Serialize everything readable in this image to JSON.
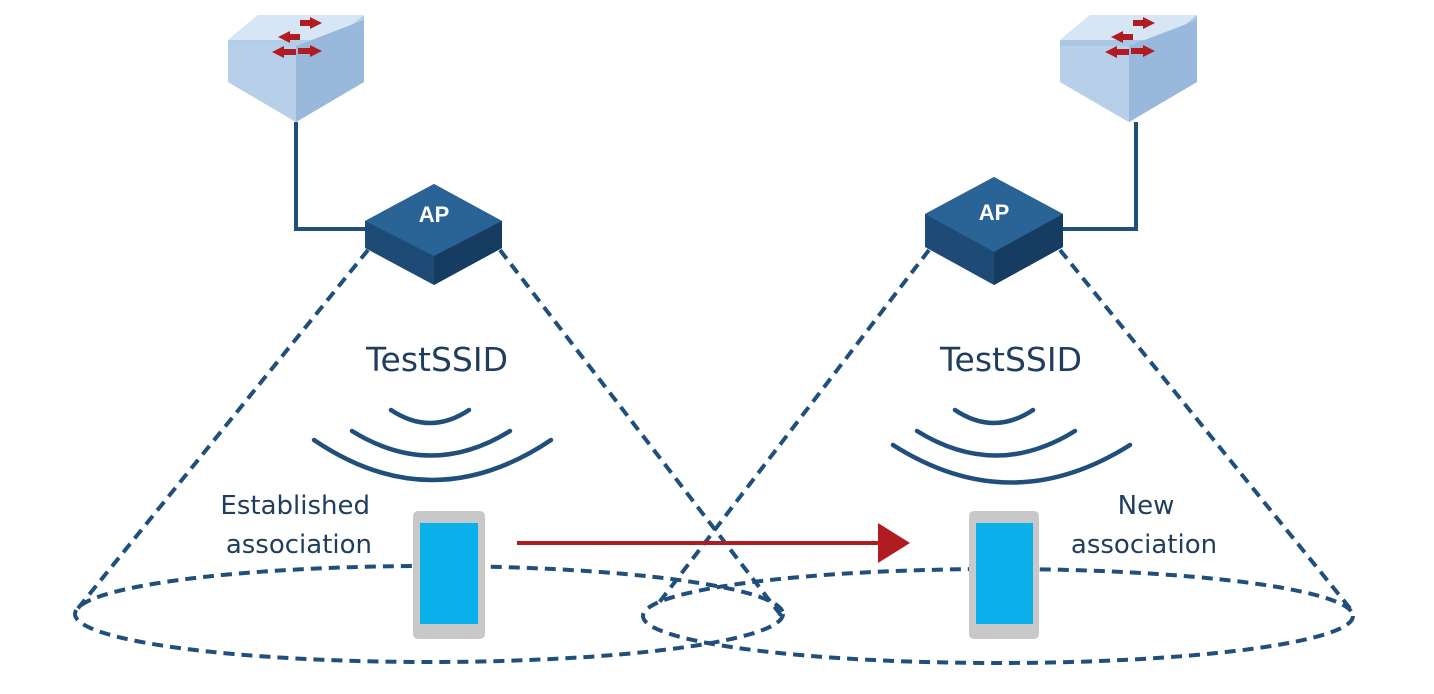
{
  "left_cell": {
    "ap_label": "AP",
    "ssid": "TestSSID",
    "association_line1": "Established",
    "association_line2": "association"
  },
  "right_cell": {
    "ap_label": "AP",
    "ssid": "TestSSID",
    "association_line1": "New",
    "association_line2": "association"
  },
  "colors": {
    "switch_top": "#cfe2f3",
    "switch_side": "#a9c6e4",
    "ap_top": "#2a6396",
    "ap_side": "#1d4b76",
    "coverage_line": "#1f4f7a",
    "phone_screen": "#0ab0ea",
    "phone_body": "#c8c8c8",
    "roam_arrow": "#b01c22",
    "text": "#1f3d5c"
  },
  "icons": [
    "switch-icon",
    "access-point-icon",
    "wireless-signal-icon",
    "smartphone-icon",
    "roaming-arrow-icon"
  ]
}
